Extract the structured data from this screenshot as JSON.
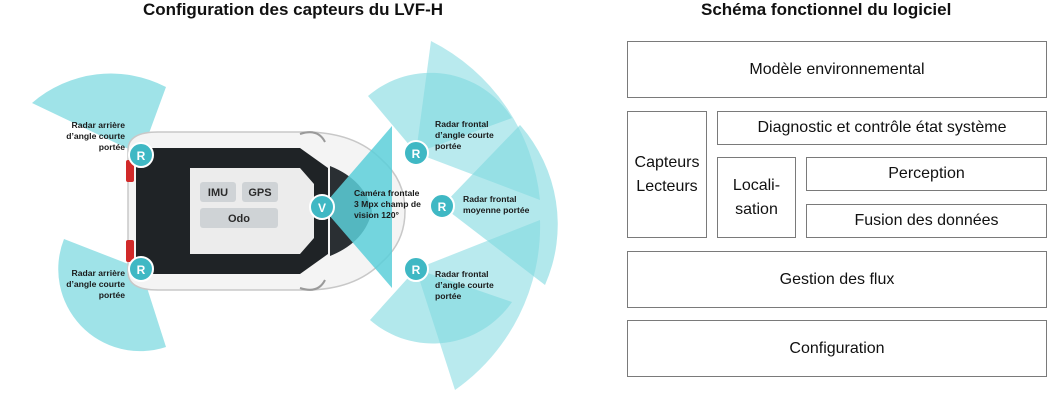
{
  "left_panel": {
    "title": "Configuration des capteurs du LVF-H",
    "internal_sensors": [
      "IMU",
      "GPS",
      "Odo"
    ],
    "sensors": [
      {
        "id": "rear-left-top",
        "badge": "R",
        "label": "Radar arrière\nd’angle courte\nportée"
      },
      {
        "id": "rear-left-bottom",
        "badge": "R",
        "label": "Radar arrière\nd’angle courte\nportée"
      },
      {
        "id": "front-top",
        "badge": "R",
        "label": "Radar frontal\nd’angle courte\nportée"
      },
      {
        "id": "front-center",
        "badge": "R",
        "label": "Radar frontal\nmoyenne portée"
      },
      {
        "id": "front-bottom",
        "badge": "R",
        "label": "Radar frontal\nd’angle courte\nportée"
      },
      {
        "id": "camera",
        "badge": "V",
        "label": "Caméra frontale\n3 Mpx champ de\nvision 120°"
      }
    ],
    "colors": {
      "coverage": "#7fd9e0",
      "badge": "#3fb8c4",
      "car_body": "#f2f2f2",
      "chip": "#cfd3d6"
    }
  },
  "right_panel": {
    "title": "Schéma fonctionnel du logiciel",
    "blocks": {
      "env_model": "Modèle environnemental",
      "sensors": "Capteurs\nLecteurs",
      "diagnostic": "Diagnostic et contrôle état système",
      "localisation": "Locali-\nsation",
      "perception": "Perception",
      "fusion": "Fusion des données",
      "flow": "Gestion des flux",
      "config": "Configuration"
    }
  }
}
